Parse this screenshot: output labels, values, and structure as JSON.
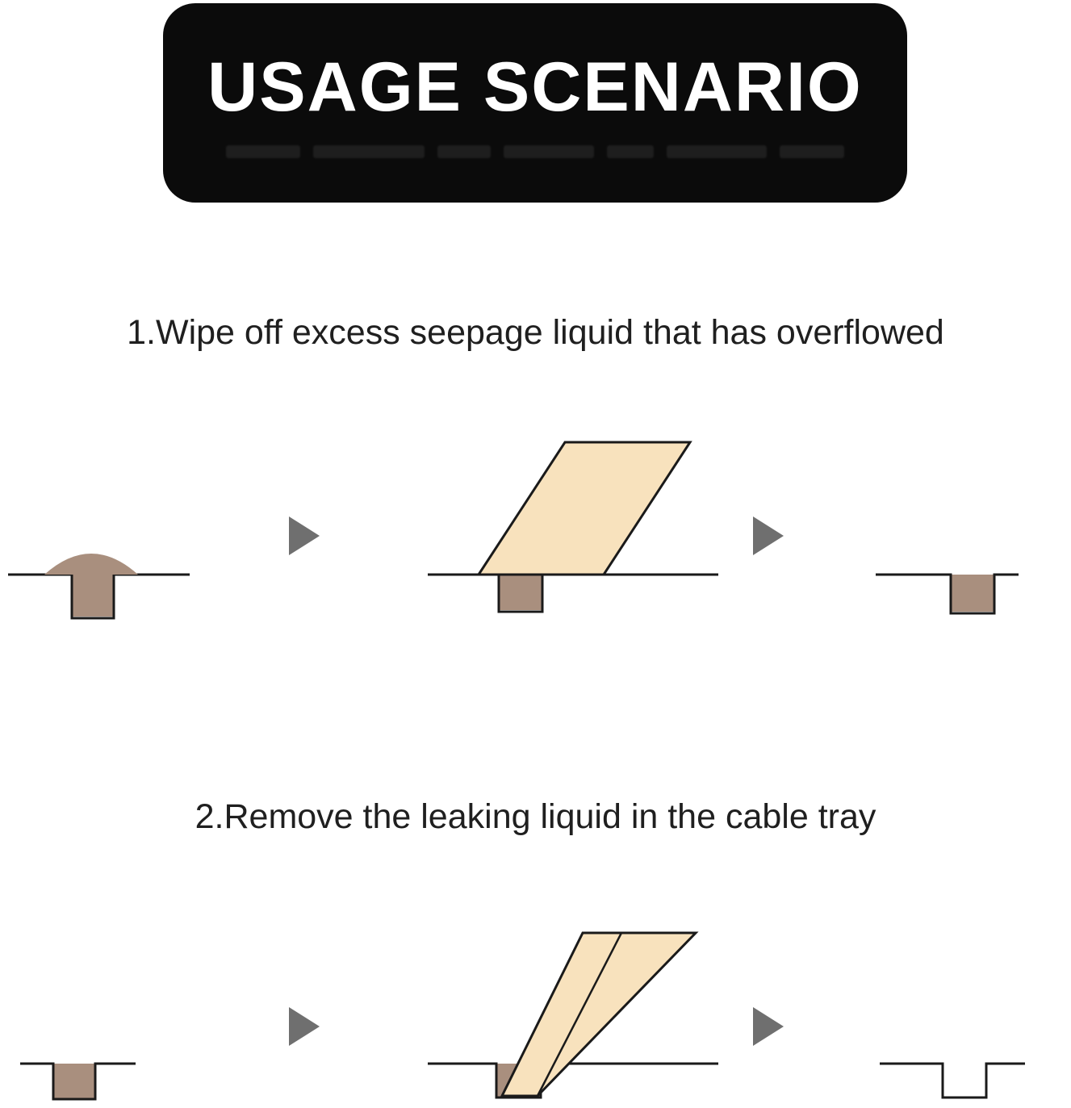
{
  "banner": {
    "title": "USAGE SCENARIO"
  },
  "steps": [
    {
      "label": "1.Wipe off excess seepage liquid that has overflowed"
    },
    {
      "label": "2.Remove the leaking liquid in the cable tray"
    }
  ],
  "diagrams": {
    "step1": [
      "groove-with-overflow-liquid",
      "arrow-right-icon",
      "cloth-wiping-groove",
      "arrow-right-icon",
      "groove-liquid-flush"
    ],
    "step2": [
      "groove-with-liquid",
      "arrow-right-icon",
      "cloth-inserted-into-groove",
      "arrow-right-icon",
      "groove-empty"
    ]
  },
  "colors": {
    "banner-bg": "#0b0b0b",
    "banner-text": "#ffffff",
    "heading-text": "#1f1f1f",
    "page-bg": "#ffffff",
    "liquid": "#a98f7e",
    "cloth": "#f8e2bd",
    "outline": "#1a1a1a",
    "arrow": "#6f6f6f"
  }
}
